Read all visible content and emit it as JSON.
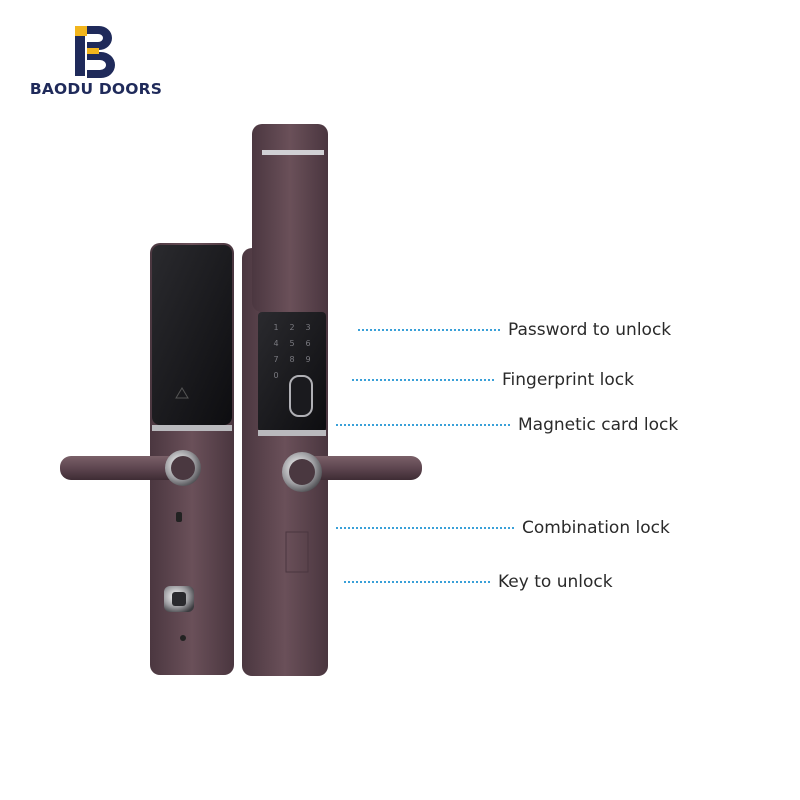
{
  "brand": {
    "name": "BAODU DOORS",
    "logo_icon": "db-monogram-logo",
    "colors": {
      "navy": "#1f2a5a",
      "gold": "#f2b51c"
    }
  },
  "product": {
    "icon": "smart-door-lock",
    "color": "#5e4650",
    "keypad_digits": [
      "1",
      "2",
      "3",
      "4",
      "5",
      "6",
      "7",
      "8",
      "9",
      "0"
    ]
  },
  "features": [
    {
      "label": "Password to unlock"
    },
    {
      "label": "Fingerprint lock"
    },
    {
      "label": "Magnetic card lock"
    },
    {
      "label": "Combination lock"
    },
    {
      "label": "Key to unlock"
    }
  ]
}
